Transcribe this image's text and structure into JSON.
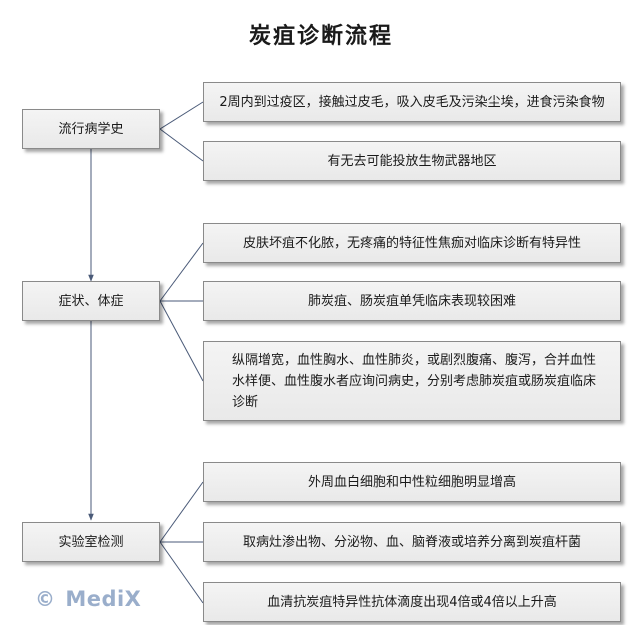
{
  "title": "炭疽诊断流程",
  "categories": [
    {
      "label": "流行病学史",
      "items": [
        "2周内到过疫区，接触过皮毛，吸入皮毛及污染尘埃，进食污染食物",
        "有无去可能投放生物武器地区"
      ]
    },
    {
      "label": "症状、体症",
      "items": [
        "皮肤坏疽不化脓，无疼痛的特征性焦痂对临床诊断有特异性",
        "肺炭疽、肠炭疽单凭临床表现较困难",
        "纵隔增宽，血性胸水、血性肺炎，或剧烈腹痛、腹泻，合并血性水样便、血性腹水者应询问病史，分别考虑肺炭疽或肠炭疽临床诊断"
      ]
    },
    {
      "label": "实验室检测",
      "items": [
        "外周血白细胞和中性粒细胞明显增高",
        "取病灶渗出物、分泌物、血、脑脊液或培养分离到炭疽杆菌",
        "血清抗炭疽特异性抗体滴度出现4倍或4倍以上升高"
      ]
    }
  ],
  "watermark": {
    "symbol": "©",
    "text": "MediX"
  },
  "colors": {
    "connector": "#4a5a78",
    "box_border": "#8a8a8a",
    "box_fill": "#eeeeee",
    "watermark": "#9aaecb"
  }
}
